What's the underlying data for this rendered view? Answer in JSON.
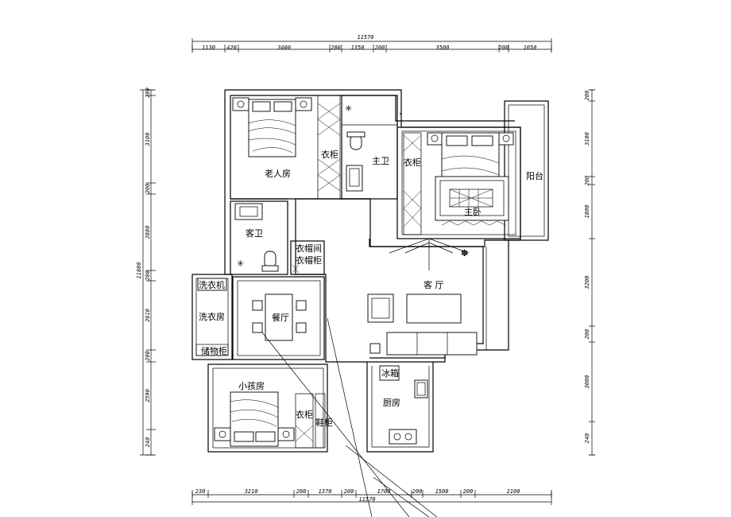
{
  "rooms": {
    "elder": "老人房",
    "master_wc": "主卫",
    "wardrobe_a": "衣柜",
    "wardrobe_b": "衣柜",
    "wardrobe_c": "衣柜",
    "master_bed": "主卧",
    "balcony": "阳台",
    "guest_wc": "客卫",
    "cloakroom": "衣帽间",
    "cloak_cabinet": "衣帽柜",
    "living": "客 厅",
    "laundry_machine": "洗衣机",
    "laundry": "洗衣房",
    "storage": "储物柜",
    "dining": "餐厅",
    "child": "小孩房",
    "shoe_cabinet": "鞋柜",
    "fridge": "冰箱",
    "kitchen": "厨房"
  },
  "dimensions": {
    "top_total": "11570",
    "top_segments": [
      "1130",
      "420",
      "3400",
      "200",
      "1350",
      "200",
      "3500",
      "200",
      "1050"
    ],
    "bottom_total": "11570",
    "bottom_segments": [
      "230",
      "3210",
      "200",
      "1370",
      "200",
      "1700",
      "200",
      "1500",
      "200",
      "2100"
    ],
    "left_total": "11880",
    "left_segments": [
      "200",
      "3100",
      "200",
      "2880",
      "200",
      "2610",
      "200",
      "2590",
      "240"
    ],
    "right_segments": [
      "200",
      "3100",
      "200",
      "1800",
      "3200",
      "200",
      "3000",
      "240"
    ]
  },
  "colors": {
    "line": "#000000",
    "background": "#ffffff"
  }
}
